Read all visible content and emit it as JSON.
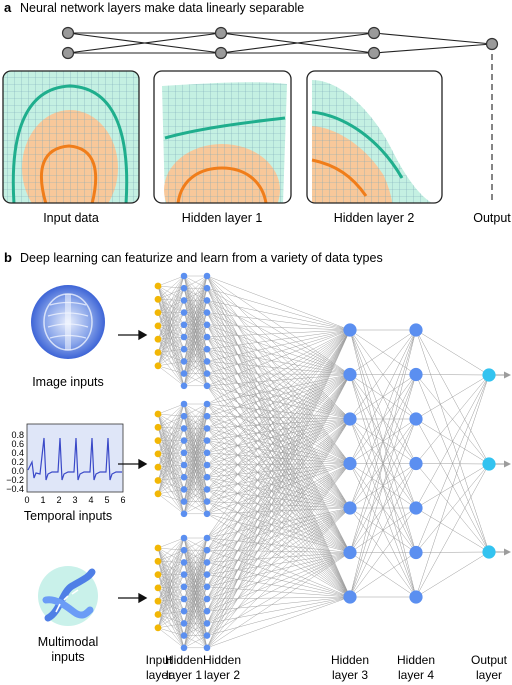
{
  "panel_a": {
    "letter": "a",
    "title": "Neural network layers make data linearly separable",
    "panel_labels": [
      "Input data",
      "Hidden layer 1",
      "Hidden layer 2",
      "Output"
    ]
  },
  "panel_b": {
    "letter": "b",
    "title": "Deep learning can featurize and learn from a variety of data types",
    "input_labels": {
      "image": "Image inputs",
      "temporal": "Temporal inputs",
      "multimodal_1": "Multimodal",
      "multimodal_2": "inputs"
    },
    "temporal_plot": {
      "y_ticks": [
        "0.8",
        "0.6",
        "0.4",
        "0.2",
        "0.0",
        "−0.2",
        "−0.4"
      ],
      "x_ticks": [
        "0",
        "1",
        "2",
        "3",
        "4",
        "5",
        "6"
      ]
    },
    "layer_labels": [
      {
        "line1": "Input",
        "line2": "layer"
      },
      {
        "line1": "Hidden",
        "line2": "layer 1"
      },
      {
        "line1": "Hidden",
        "line2": "layer 2"
      },
      {
        "line1": "Hidden",
        "line2": "layer 3"
      },
      {
        "line1": "Hidden",
        "line2": "layer 4"
      },
      {
        "line1": "Output",
        "line2": "layer"
      }
    ]
  },
  "colors": {
    "input_node": "#f2b705",
    "hidden_node": "#5b8ff0",
    "output_node": "#33c3f0",
    "teal_curve": "#1fae8d",
    "orange_curve": "#f07d1a",
    "teal_fill": "#bfeee0",
    "orange_fill": "#f8c89a"
  }
}
